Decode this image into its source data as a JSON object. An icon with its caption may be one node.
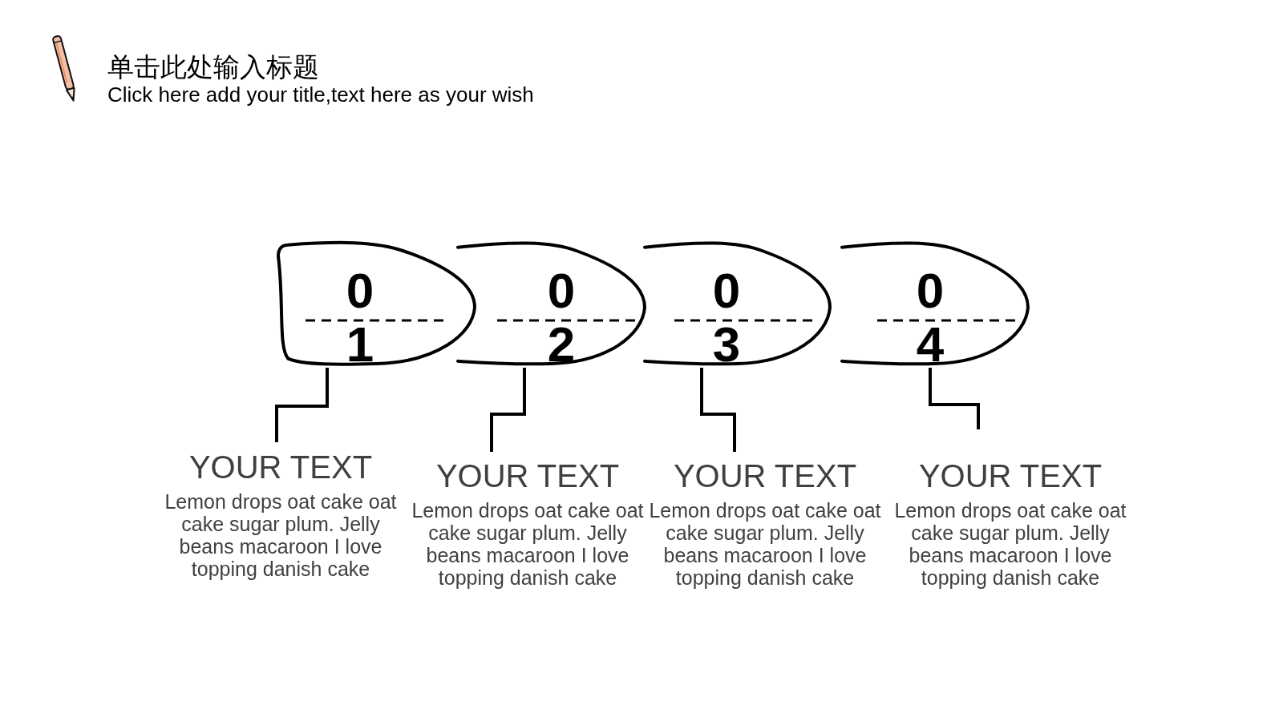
{
  "diagram": {
    "title": "单击此处输入标题",
    "nodes": [
      {
        "text": [
          "0",
          "1"
        ]
      },
      {
        "text": [
          "0",
          "2"
        ]
      },
      {
        "text": [
          "0",
          "3"
        ]
      },
      {
        "text": [
          "0",
          "4"
        ]
      },
      {
        "text": [
          "YOUR TEXT",
          "Lemon drops oat cake oat cake sugar plum. Jelly beans macaroon I love topping danish cake"
        ]
      },
      {
        "text": [
          "YOUR TEXT",
          "Lemon drops oat cake oat cake sugar plum. Jelly beans macaroon I love topping danish cake"
        ]
      },
      {
        "text": [
          "YOUR TEXT",
          "Lemon drops oat cake oat cake sugar plum. Jelly beans macaroon I love topping danish cake"
        ]
      },
      {
        "text": [
          "YOUR TEXT",
          "Lemon drops oat cake oat cake sugar plum. Jelly beans macaroon I love topping danish cake"
        ]
      }
    ],
    "edges": [
      {
        "from": 4,
        "to": 0,
        "arrow": "none"
      },
      {
        "from": 5,
        "to": 1,
        "arrow": "none"
      },
      {
        "from": 6,
        "to": 2,
        "arrow": "none"
      },
      {
        "from": 7,
        "to": 3,
        "arrow": "none"
      }
    ],
    "labels": [
      "Click here add your title,text here as your wish"
    ]
  }
}
